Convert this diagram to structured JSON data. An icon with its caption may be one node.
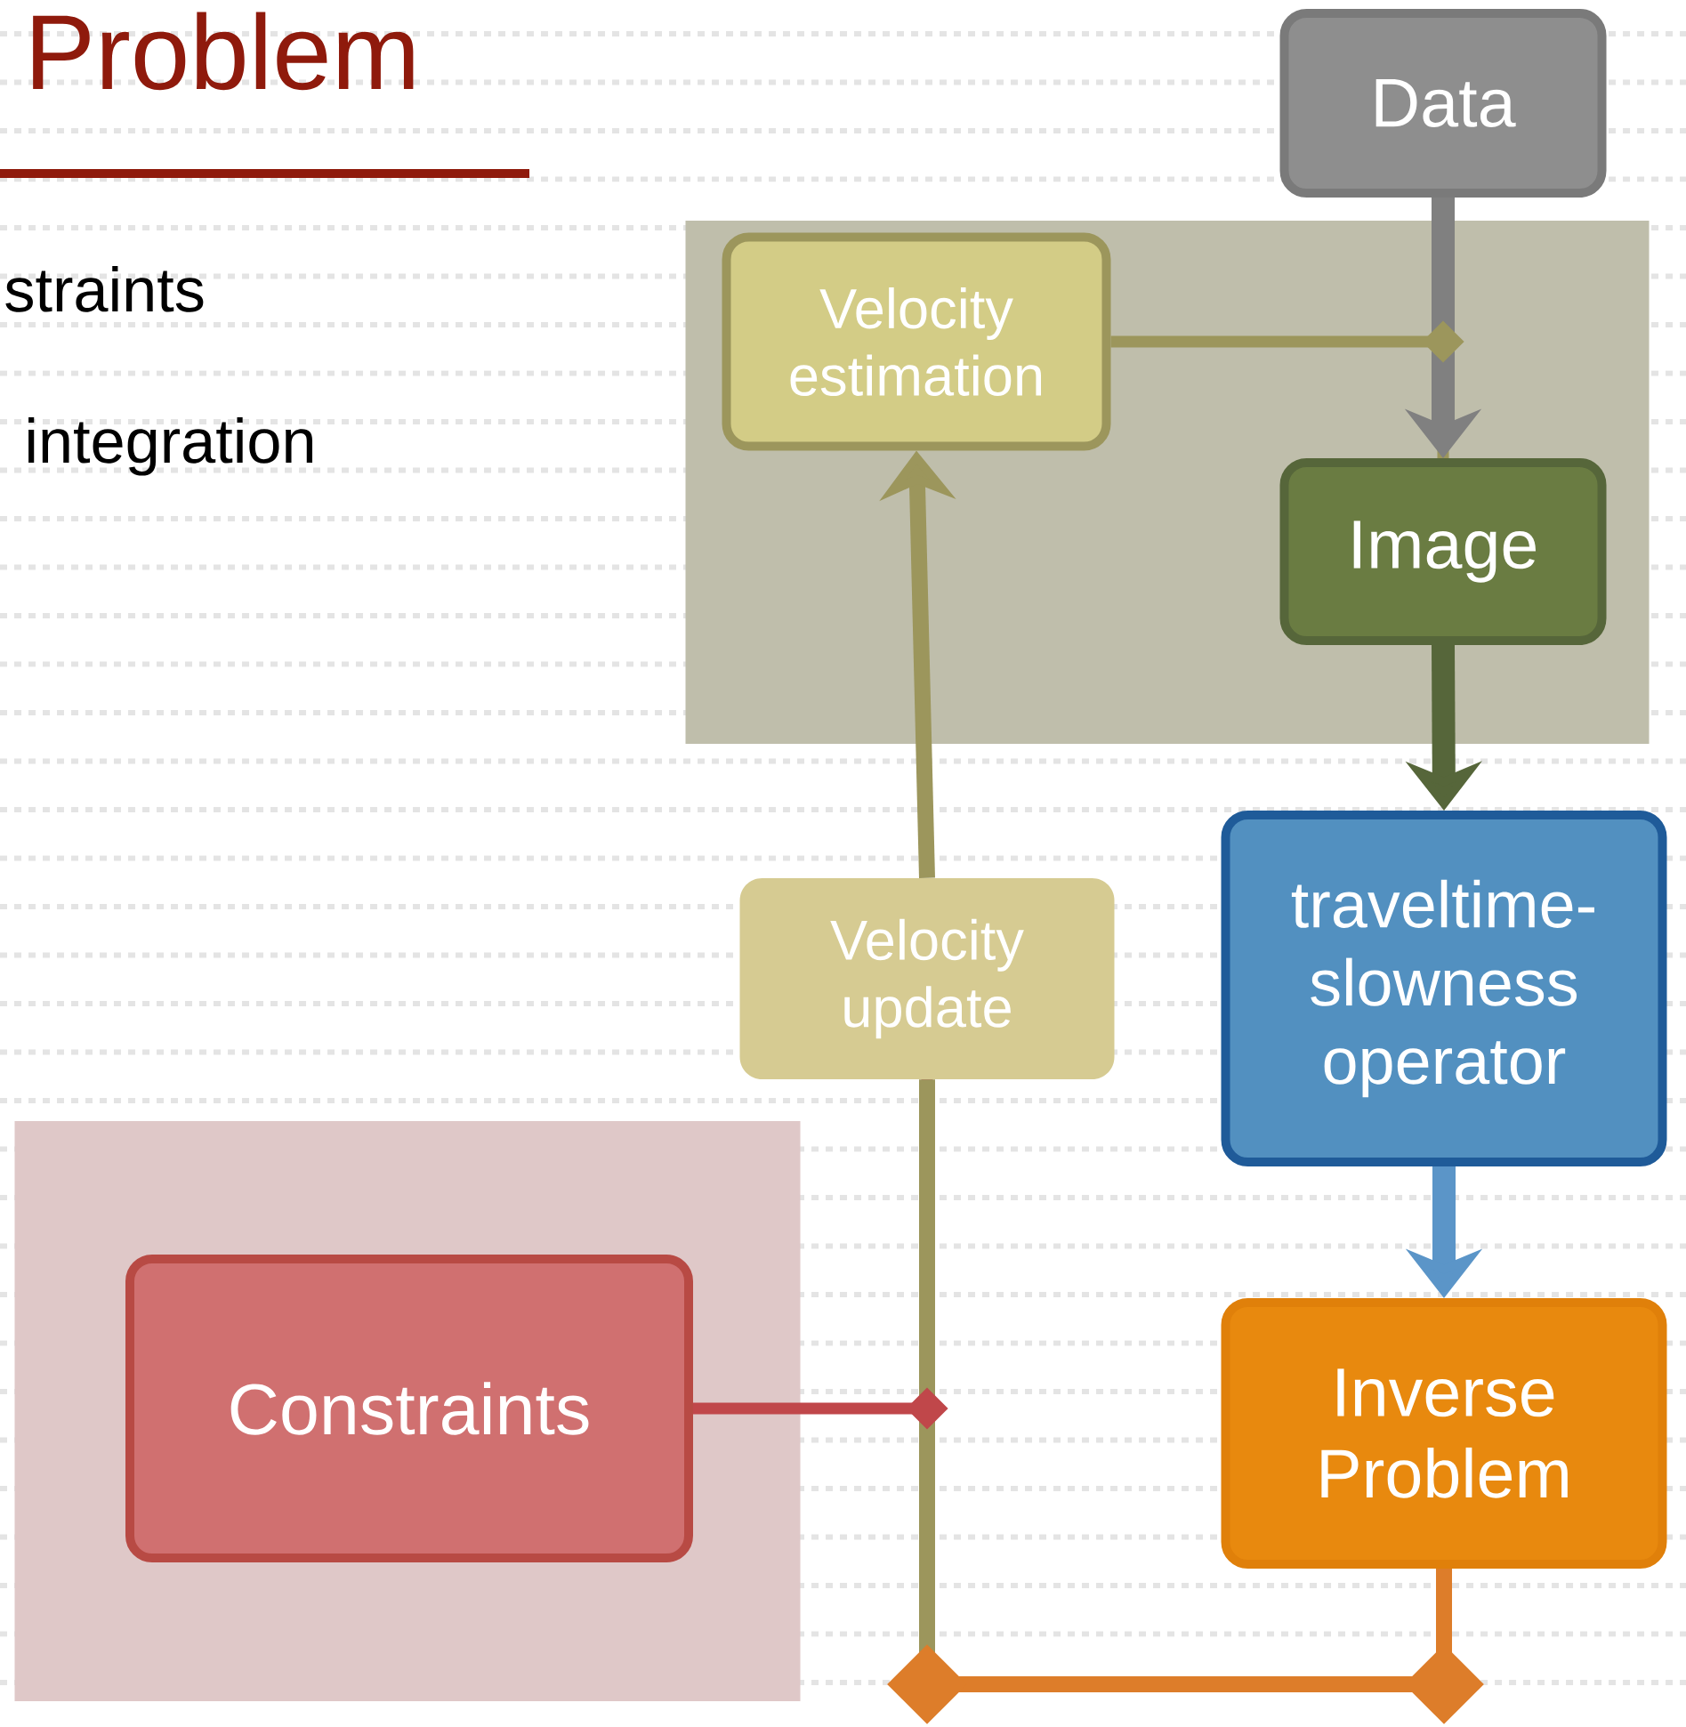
{
  "diagram": {
    "title": "Problem",
    "nodes": [
      {
        "text": [
          "Data"
        ]
      },
      {
        "text": [],
        "shape": "box"
      },
      {
        "text": [
          "Velocity estimation"
        ],
        "in": 1
      },
      {
        "text": [
          "Image"
        ],
        "in": 1
      },
      {
        "text": [
          "traveltime-slowness operator"
        ]
      },
      {
        "text": [
          "Velocity update"
        ]
      },
      {
        "text": [],
        "shape": "box"
      },
      {
        "text": [
          "Constraints"
        ],
        "in": 6
      },
      {
        "text": [
          "Inverse Problem"
        ]
      }
    ],
    "edges": [
      {
        "from": 0,
        "to": 3,
        "arrow": "to",
        "color": "#808080"
      },
      {
        "from": 2,
        "to": 3,
        "arrow": "none",
        "color": "#9c965c"
      },
      {
        "from": 3,
        "to": 4,
        "arrow": "to",
        "color": "#56663a"
      },
      {
        "from": 4,
        "to": 8,
        "arrow": "to",
        "color": "#5b95c8"
      },
      {
        "from": 8,
        "to": 5,
        "arrow": "none",
        "color": "#dd7d2a"
      },
      {
        "from": 5,
        "to": 2,
        "arrow": "to",
        "color": "#9c965c"
      },
      {
        "from": 7,
        "to": 5,
        "arrow": "none",
        "color": "#c0474a"
      }
    ],
    "labels": [
      "straints",
      "integration"
    ]
  }
}
